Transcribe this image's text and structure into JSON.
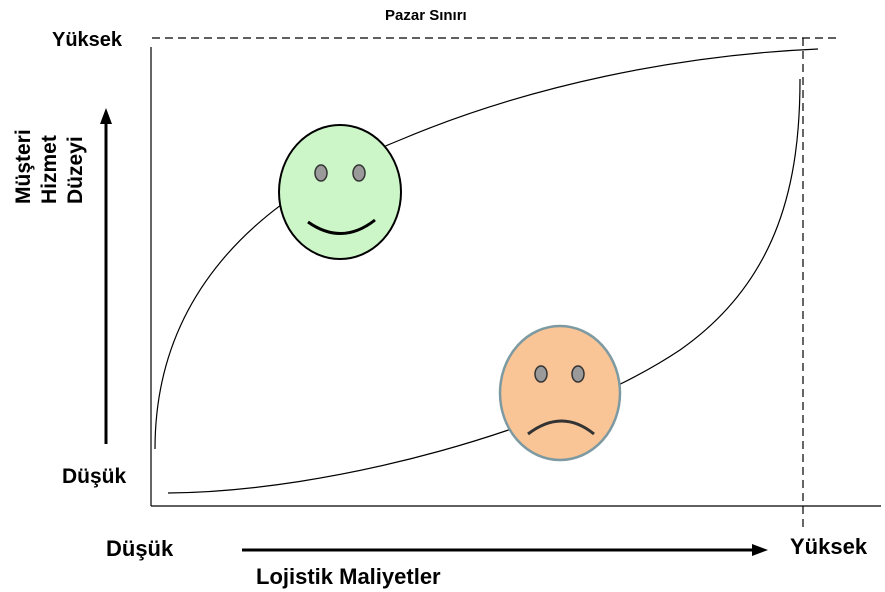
{
  "title": "Pazar Sınırı",
  "y_axis": {
    "title_lines": [
      "Müşteri",
      "Hizmet",
      "Düzeyi"
    ],
    "high_label": "Yüksek",
    "low_label": "Düşük"
  },
  "x_axis": {
    "title": "Lojistik Maliyetler",
    "low_label": "Düşük",
    "high_label": "Yüksek"
  },
  "faces": [
    {
      "mood": "happy",
      "fill": "#ccf5c8",
      "stroke": "#000000"
    },
    {
      "mood": "sad",
      "fill": "#f9c496",
      "stroke": "#7d9aa2"
    }
  ],
  "colors": {
    "eye": "#9a9a9a",
    "line": "#000000"
  }
}
